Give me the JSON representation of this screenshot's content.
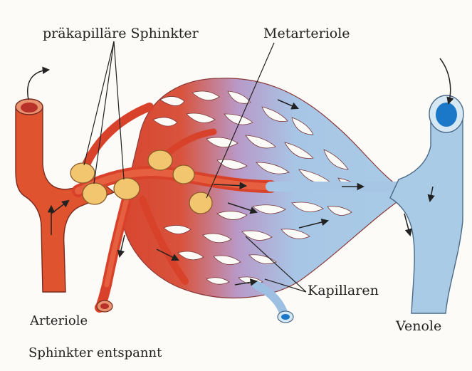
{
  "labels": {
    "precapillary_sphincters": "präkapilläre Sphinkter",
    "metarteriole": "Metarteriole",
    "capillaries": "Kapillaren",
    "arteriole": "Arteriole",
    "venule": "Venole",
    "caption": "Sphinkter entspannt"
  },
  "colors": {
    "arterial": "#d9442b",
    "venous": "#a9cbe6",
    "sphincter": "#f2c66e",
    "venule_lumen": "#1b78c8",
    "arteriole_lumen": "#b8322a",
    "background": "#fdfbf7"
  }
}
